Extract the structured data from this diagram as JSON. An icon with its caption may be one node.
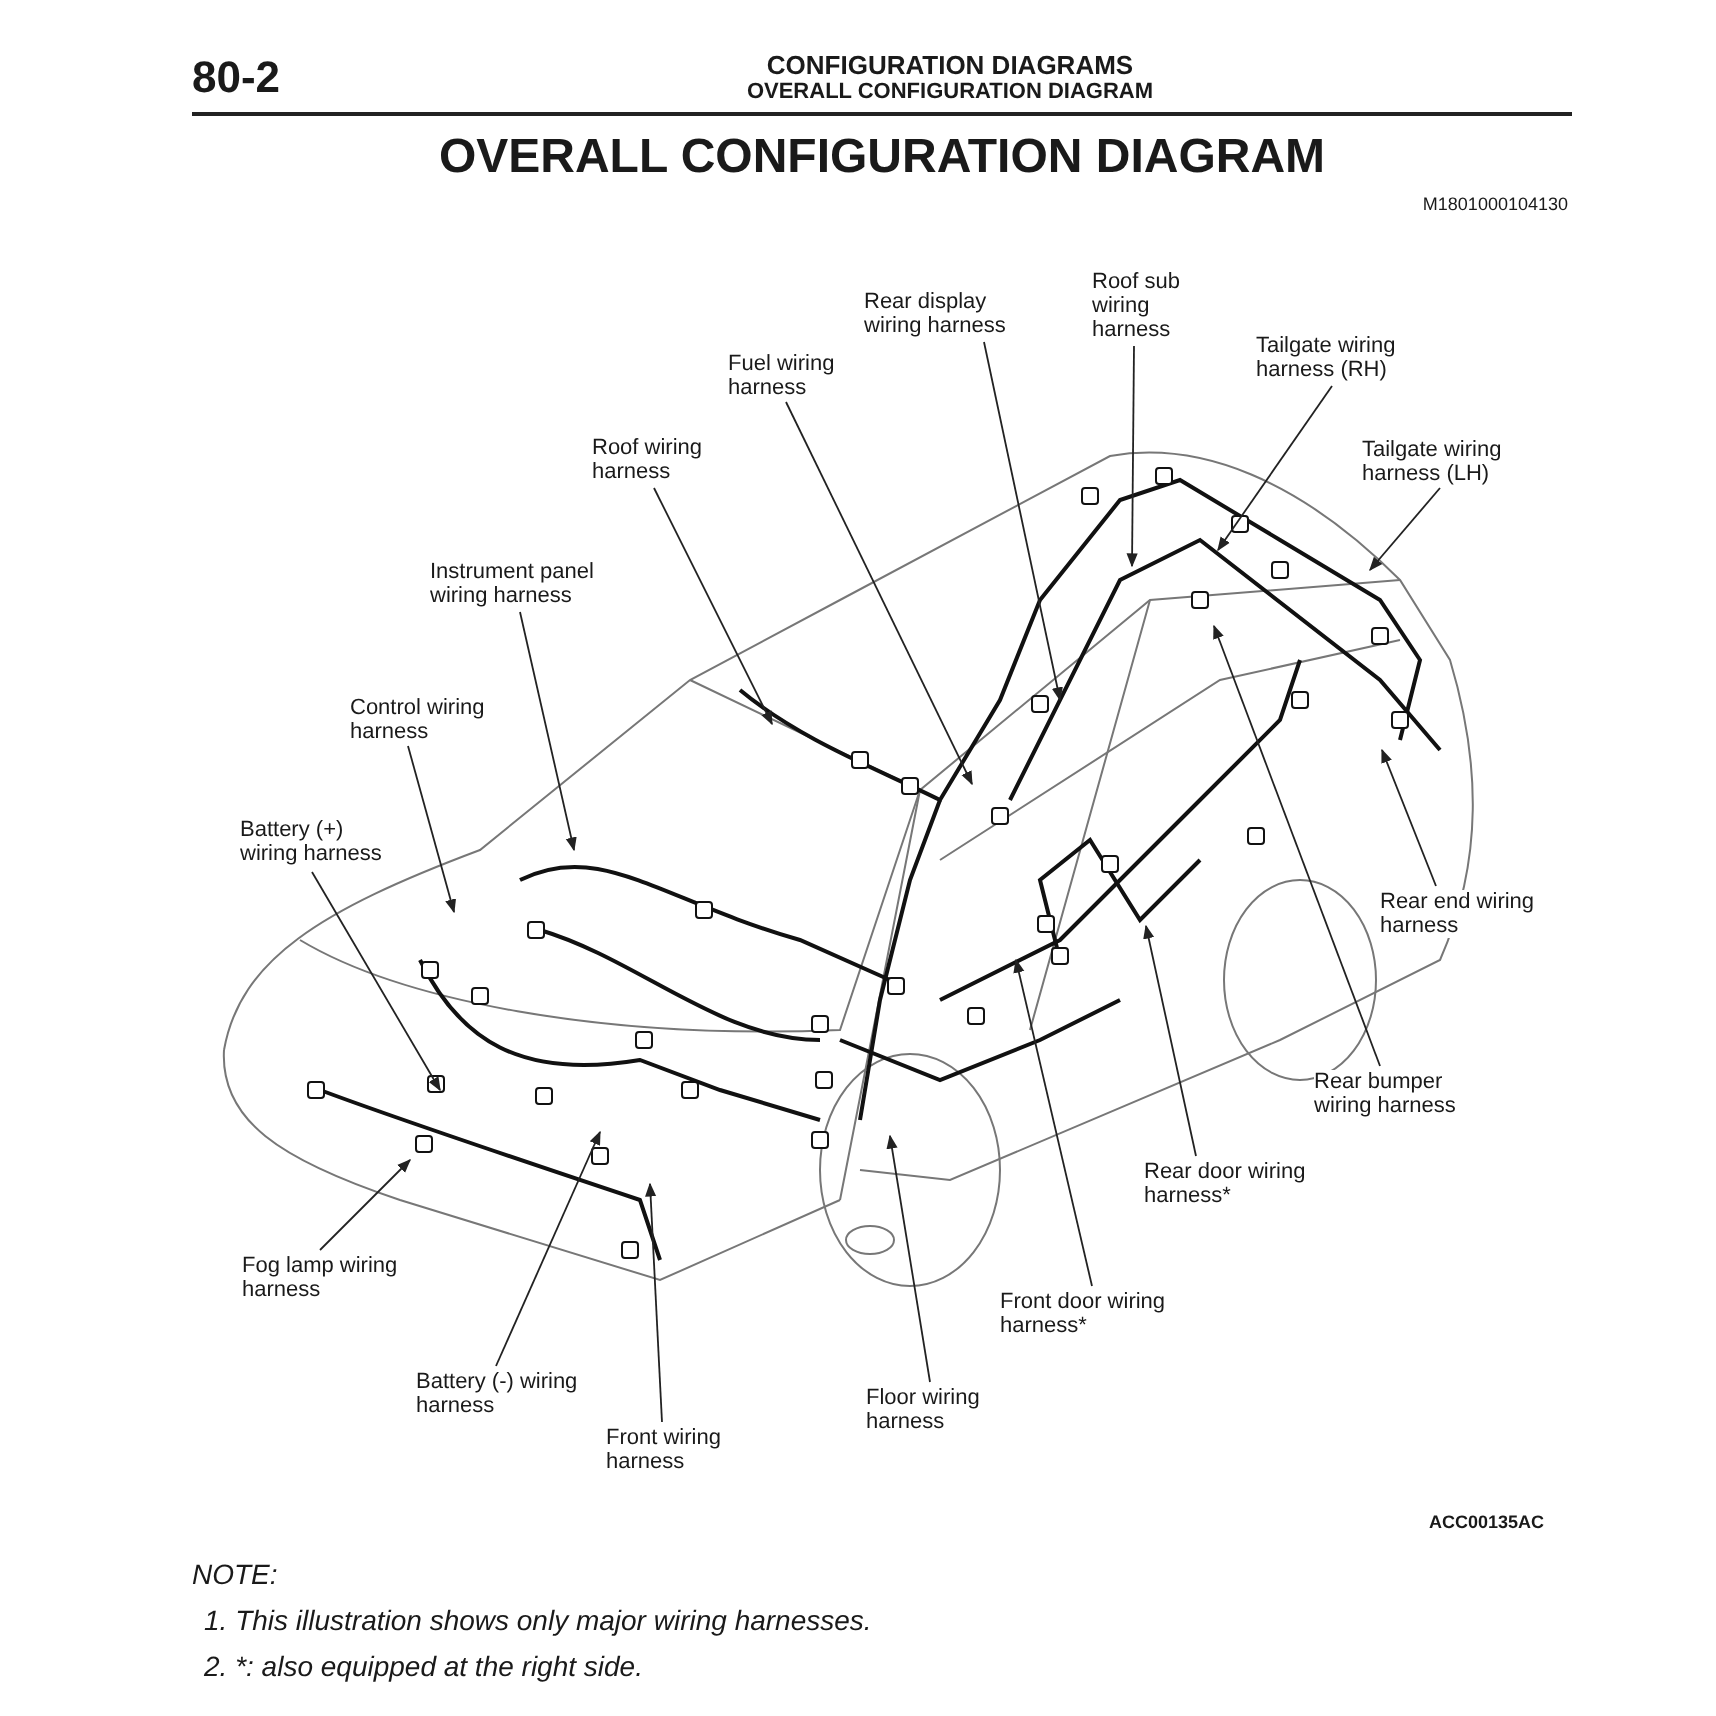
{
  "diagram": {
    "title": "OVERALL CONFIGURATION DIAGRAM",
    "nodes": [
      {
        "text": [
          "Rear display wiring harness"
        ]
      },
      {
        "text": [
          "Roof sub wiring harness"
        ]
      },
      {
        "text": [
          "Fuel wiring harness"
        ]
      },
      {
        "text": [
          "Tailgate wiring harness (RH)"
        ]
      },
      {
        "text": [
          "Tailgate wiring harness (LH)"
        ]
      },
      {
        "text": [
          "Roof wiring harness"
        ]
      },
      {
        "text": [
          "Instrument panel wiring harness"
        ]
      },
      {
        "text": [
          "Control wiring harness"
        ]
      },
      {
        "text": [
          "Battery (+) wiring harness"
        ]
      },
      {
        "text": [
          "Rear end wiring harness"
        ]
      },
      {
        "text": [
          "Rear bumper wiring harness"
        ]
      },
      {
        "text": [
          "Rear door wiring harness*"
        ]
      },
      {
        "text": [
          "Fog lamp wiring harness"
        ]
      },
      {
        "text": [
          "Front door wiring harness*"
        ]
      },
      {
        "text": [
          "Battery (-) wiring harness"
        ]
      },
      {
        "text": [
          "Floor wiring harness"
        ]
      },
      {
        "text": [
          "Front wiring harness"
        ]
      }
    ],
    "edges": [
      {
        "from": 0,
        "to": null,
        "arrow": "to"
      },
      {
        "from": 1,
        "to": null,
        "arrow": "to"
      },
      {
        "from": 2,
        "to": null,
        "arrow": "to"
      },
      {
        "from": 3,
        "to": null,
        "arrow": "to"
      },
      {
        "from": 4,
        "to": null,
        "arrow": "to"
      },
      {
        "from": 5,
        "to": null,
        "arrow": "to"
      },
      {
        "from": 6,
        "to": null,
        "arrow": "to"
      },
      {
        "from": 7,
        "to": null,
        "arrow": "to"
      },
      {
        "from": 8,
        "to": null,
        "arrow": "to"
      },
      {
        "from": 9,
        "to": null,
        "arrow": "to"
      },
      {
        "from": 10,
        "to": null,
        "arrow": "to"
      },
      {
        "from": 11,
        "to": null,
        "arrow": "to"
      },
      {
        "from": 12,
        "to": null,
        "arrow": "to"
      },
      {
        "from": 13,
        "to": null,
        "arrow": "to"
      },
      {
        "from": 14,
        "to": null,
        "arrow": "to"
      },
      {
        "from": 15,
        "to": null,
        "arrow": "to"
      },
      {
        "from": 16,
        "to": null,
        "arrow": "to"
      }
    ],
    "labels": [
      "80-2",
      "CONFIGURATION DIAGRAMS",
      "OVERALL CONFIGURATION DIAGRAM",
      "M1801000104130",
      "ACC00135AC",
      "NOTE:",
      "1. This illustration shows only major wiring harnesses.",
      "2. *: also equipped at the right side."
    ]
  }
}
